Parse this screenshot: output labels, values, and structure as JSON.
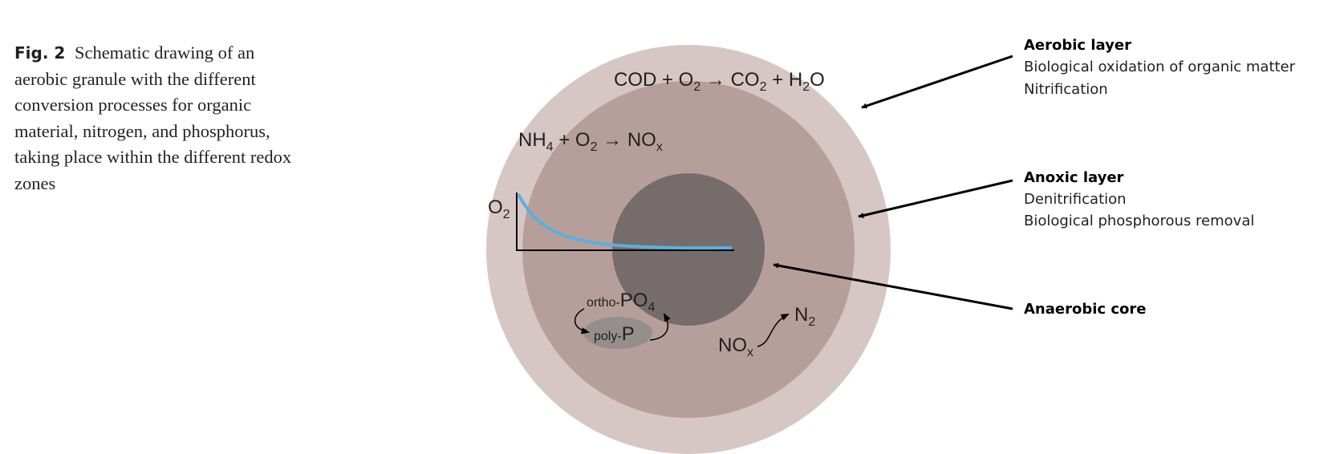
{
  "caption": {
    "label": "Fig. 2",
    "text": "Schematic drawing of an aerobic granule with the different conversion processes for organic material, nitrogen, and phosphorus, taking place within the different redox zones"
  },
  "equations": {
    "cod": {
      "a": "COD + O",
      "a_sub": "2",
      "b": " → CO",
      "b_sub": "2",
      "c": " + H",
      "c_sub": "2",
      "d": "O"
    },
    "nh4": {
      "a": "NH",
      "a_sub": "4",
      "b": " + O",
      "b_sub": "2",
      "c": " → NO",
      "c_sub": "x"
    }
  },
  "profile": {
    "axis": "O",
    "axis_sub": "2"
  },
  "phosphorus": {
    "ortho_prefix": "ortho-",
    "ortho_main": "PO",
    "ortho_sub": "4",
    "poly_prefix": "poly-",
    "poly_main": "P"
  },
  "nitrogen": {
    "nox": "NO",
    "nox_sub": "x",
    "n2": "N",
    "n2_sub": "2"
  },
  "layers": {
    "aerobic": {
      "title": "Aerobic layer",
      "lines": [
        "Biological oxidation of organic matter",
        "Nitrification"
      ]
    },
    "anoxic": {
      "title": "Anoxic layer",
      "lines": [
        "Denitrification",
        "Biological phosphorous removal"
      ]
    },
    "anaerobic": {
      "title": "Anaerobic core",
      "lines": []
    }
  },
  "colors": {
    "outer_layer": "#d6c7c4",
    "middle_layer": "#b69f9a",
    "core": "#766c6b",
    "poly_p": "#948e8d",
    "o2_curve": "#5aafe0"
  }
}
